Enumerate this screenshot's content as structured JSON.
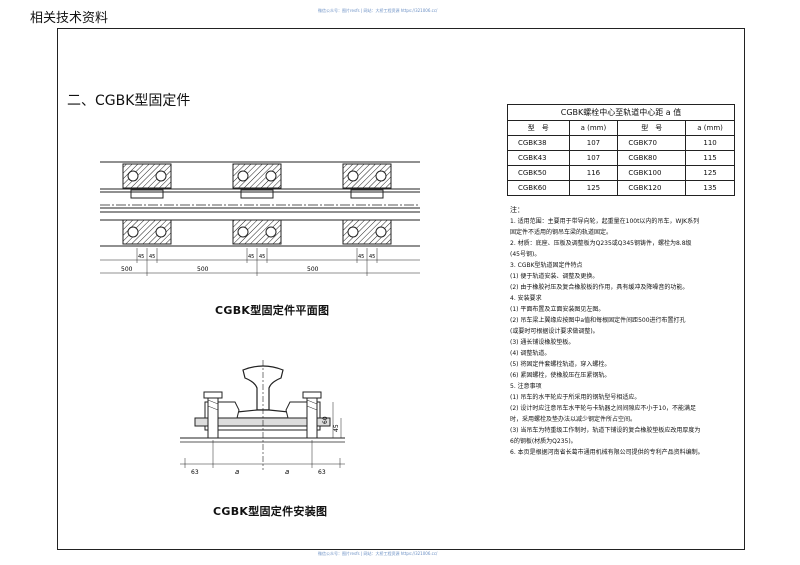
{
  "header": {
    "title": "相关技术资料"
  },
  "watermark": {
    "top": "微信公众号：图片resfs  |  网站：大桥工程资源 https://321006.cc/",
    "bottom": "微信公众号：图片resfs  |  网站：大桥工程资源 https://321006.cc/"
  },
  "section": {
    "title": "二、CGBK型固定件"
  },
  "plan": {
    "caption": "CGBK型固定件平面图",
    "dims": [
      "500",
      "45",
      "45",
      "500",
      "45",
      "45",
      "500",
      "45",
      "45"
    ]
  },
  "install": {
    "caption": "CGBK型固定件安装图",
    "dims": {
      "left": "63",
      "a1": "a",
      "a2": "a",
      "right": "63",
      "h60": "60",
      "h45": "45"
    }
  },
  "spec_table": {
    "title": "CGBK螺栓中心至轨道中心距 a 值",
    "headers": [
      "型　号",
      "a (mm)",
      "型　号",
      "a (mm)"
    ],
    "rows": [
      [
        "CGBK38",
        "107",
        "CGBK70",
        "110"
      ],
      [
        "CGBK43",
        "107",
        "CGBK80",
        "115"
      ],
      [
        "CGBK50",
        "116",
        "CGBK100",
        "125"
      ],
      [
        "CGBK60",
        "125",
        "CGBK120",
        "135"
      ]
    ]
  },
  "notes": {
    "title": "注：",
    "lines": [
      "1. 适用范围：主要用于带导向轮，起重量在100t以内的吊车，WJK系列",
      "   固定件不适用的钢吊车梁的轨道固定。",
      "2. 材质：底座、压板及调整板为Q235或Q345钢铸件，螺栓为8.8级",
      "   (45号钢)。",
      "3. CGBK型轨道固定件特点",
      "  (1) 便于轨道安装、调整及更换。",
      "  (2) 由于橡胶衬压及复合橡胶板的作用，具有缓冲及降噪音的功能。",
      "4. 安装要求",
      "  (1) 平面布置及立面安装图见左图。",
      "  (2) 吊车梁上翼缘应按图中a值和每根固定件间距500进行布置打孔",
      "       (或要时可根据设计要求做调整)。",
      "  (3) 通长铺设橡胶垫板。",
      "  (4) 调整轨道。",
      "  (5) 将固定件套螺栓轨道，穿入螺栓。",
      "  (6) 紧固螺栓，使橡胶压在压紧钢轨。",
      "5. 注意事项",
      "  (1) 吊车的水平轮应于所采用的钢轨型号相适应。",
      "  (2) 设计时应注意吊车水平轮与卡轨器之间间隙应不小于10，不能满足",
      "       时，采用螺栓及垫办法以减少钢定件所占空间。",
      "  (3) 当吊车为特重级工作制时，轨道下铺设的复合橡胶垫板应改用厚度为",
      "       6的钢板(材质为Q235)。",
      "6. 本页是根据河南省长葛市通用机械有限公司提供的专利产品资料编制。"
    ]
  }
}
